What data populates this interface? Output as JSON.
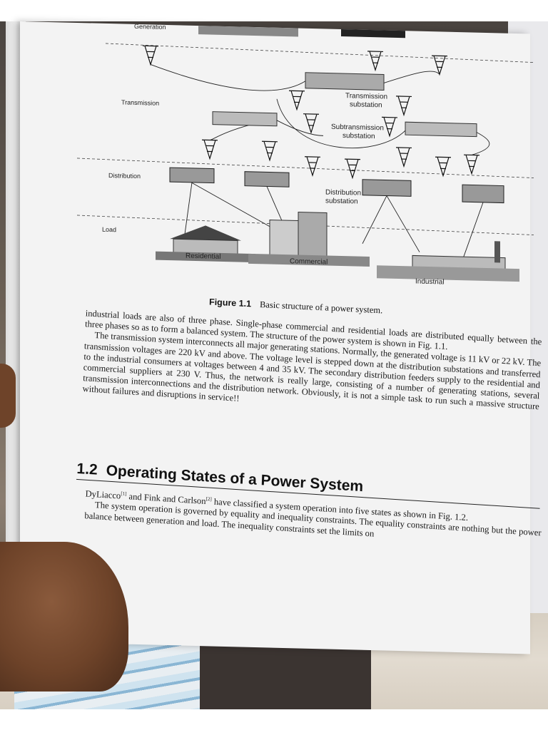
{
  "figure": {
    "section_labels": {
      "generation": "Generation",
      "transmission": "Transmission",
      "distribution": "Distribution",
      "load": "Load"
    },
    "node_labels": {
      "transmission_substation_1": "Transmission",
      "transmission_substation_2": "substation",
      "subtransmission_substation_1": "Subtransmission",
      "subtransmission_substation_2": "substation",
      "distribution_substation_1": "Distribution",
      "distribution_substation_2": "substation",
      "residential": "Residential",
      "commercial": "Commercial",
      "industrial": "Industrial"
    },
    "caption_number": "Figure 1.1",
    "caption_text": "Basic structure of a power system."
  },
  "paragraph1": "industrial loads are also of three phase. Single-phase commercial and residential loads are distributed equally between the three phases so as to form a balanced system. The structure of the power system is shown in Fig. 1.1.",
  "paragraph2": "The transmission system interconnects all major generating stations. Normally, the generated voltage is 11 kV or 22 kV. The transmission voltages are 220 kV and above. The voltage level is stepped down at the distribution substations and transferred to the industrial consumers at voltages between 4 and 35 kV. The secondary distribution feeders supply to the residential and commercial suppliers at 230 V. Thus, the network is really large, consisting of a number of generating stations, several transmission interconnections and the distribution network. Obviously, it is not a simple task to run such a massive structure without failures and disruptions in service!!",
  "section": {
    "number": "1.2",
    "title": "Operating States of a Power System"
  },
  "paragraph3_a": "DyLiacco",
  "ref1": "[1]",
  "paragraph3_b": " and Fink and Carlson",
  "ref2": "[2]",
  "paragraph3_c": " have classified a system operation into five states as shown in Fig. 1.2.",
  "paragraph4": "The system operation is governed by equality and inequality constraints. The equality constraints are nothing but the power balance between generation and load. The inequality constraints set the limits on"
}
